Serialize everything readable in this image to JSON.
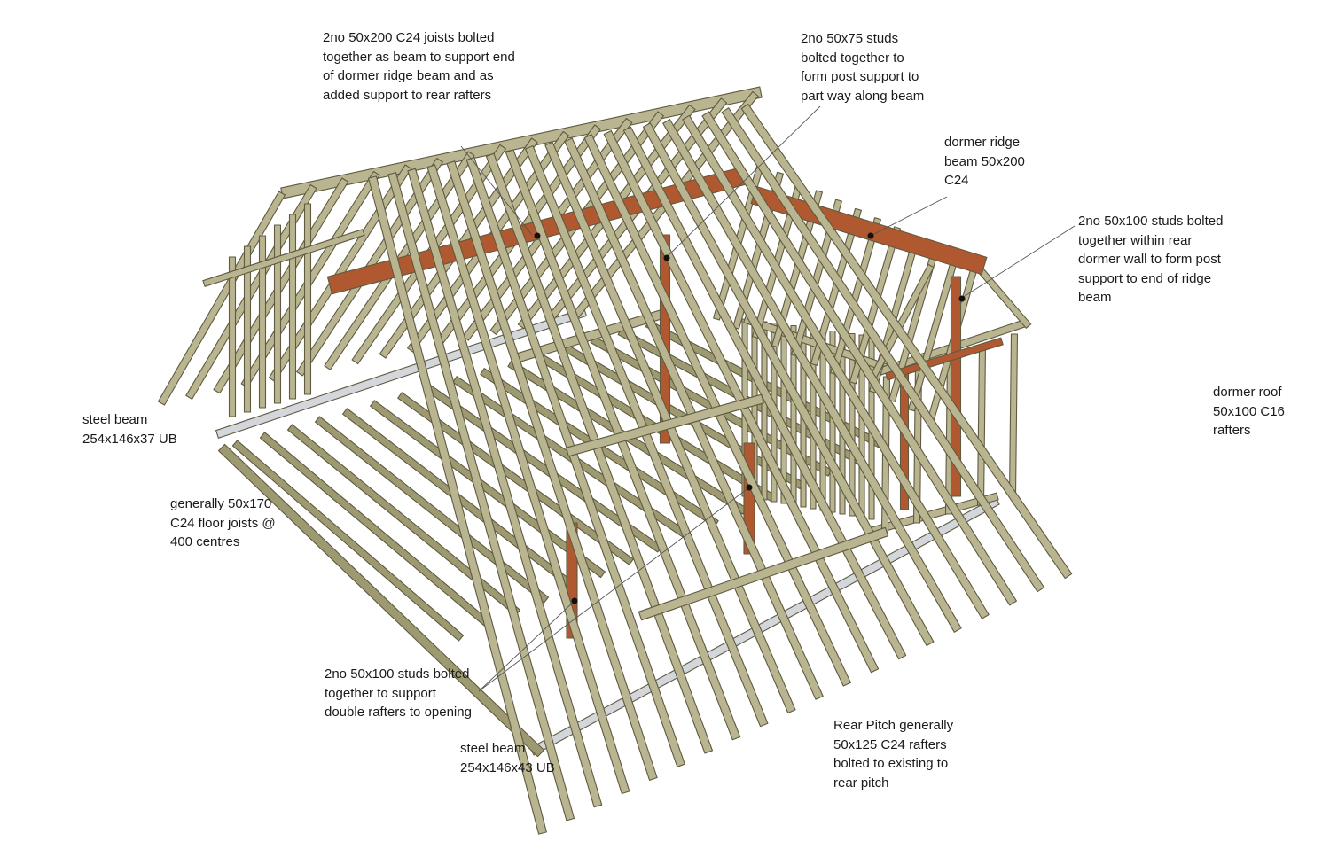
{
  "labels": {
    "beam_joists": [
      "2no 50x200 C24 joists bolted",
      "together as beam to support end",
      "of dormer ridge beam and as",
      "added support to rear rafters"
    ],
    "studs_75": [
      "2no 50x75 studs",
      "bolted together to",
      "form post support to",
      "part way along beam"
    ],
    "ridge_beam": [
      "dormer ridge",
      "beam 50x200",
      "C24"
    ],
    "rear_wall_studs": [
      "2no 50x100 studs bolted",
      "together within rear",
      "dormer wall to form post",
      "support to end of ridge",
      "beam"
    ],
    "dormer_roof": [
      "dormer roof",
      "50x100 C16",
      "rafters"
    ],
    "steel_beam_1": [
      "steel beam",
      "254x146x37 UB"
    ],
    "floor_joists": [
      "generally 50x170",
      "C24 floor joists @",
      "400 centres"
    ],
    "opening_studs": [
      "2no 50x100 studs bolted",
      "together to support",
      "double rafters to opening"
    ],
    "steel_beam_2": [
      "steel beam",
      "254x146x43 UB"
    ],
    "rear_pitch": [
      "Rear Pitch generally",
      "50x125 C24 rafters",
      "bolted to existing to",
      "rear pitch"
    ]
  },
  "colors": {
    "timber": "#b8b590",
    "timber_dark": "#9d9a72",
    "timber_edge": "#5f5a40",
    "highlight_timber": "#b0582f",
    "steel": "#d3d6da",
    "leader": "#555555"
  }
}
